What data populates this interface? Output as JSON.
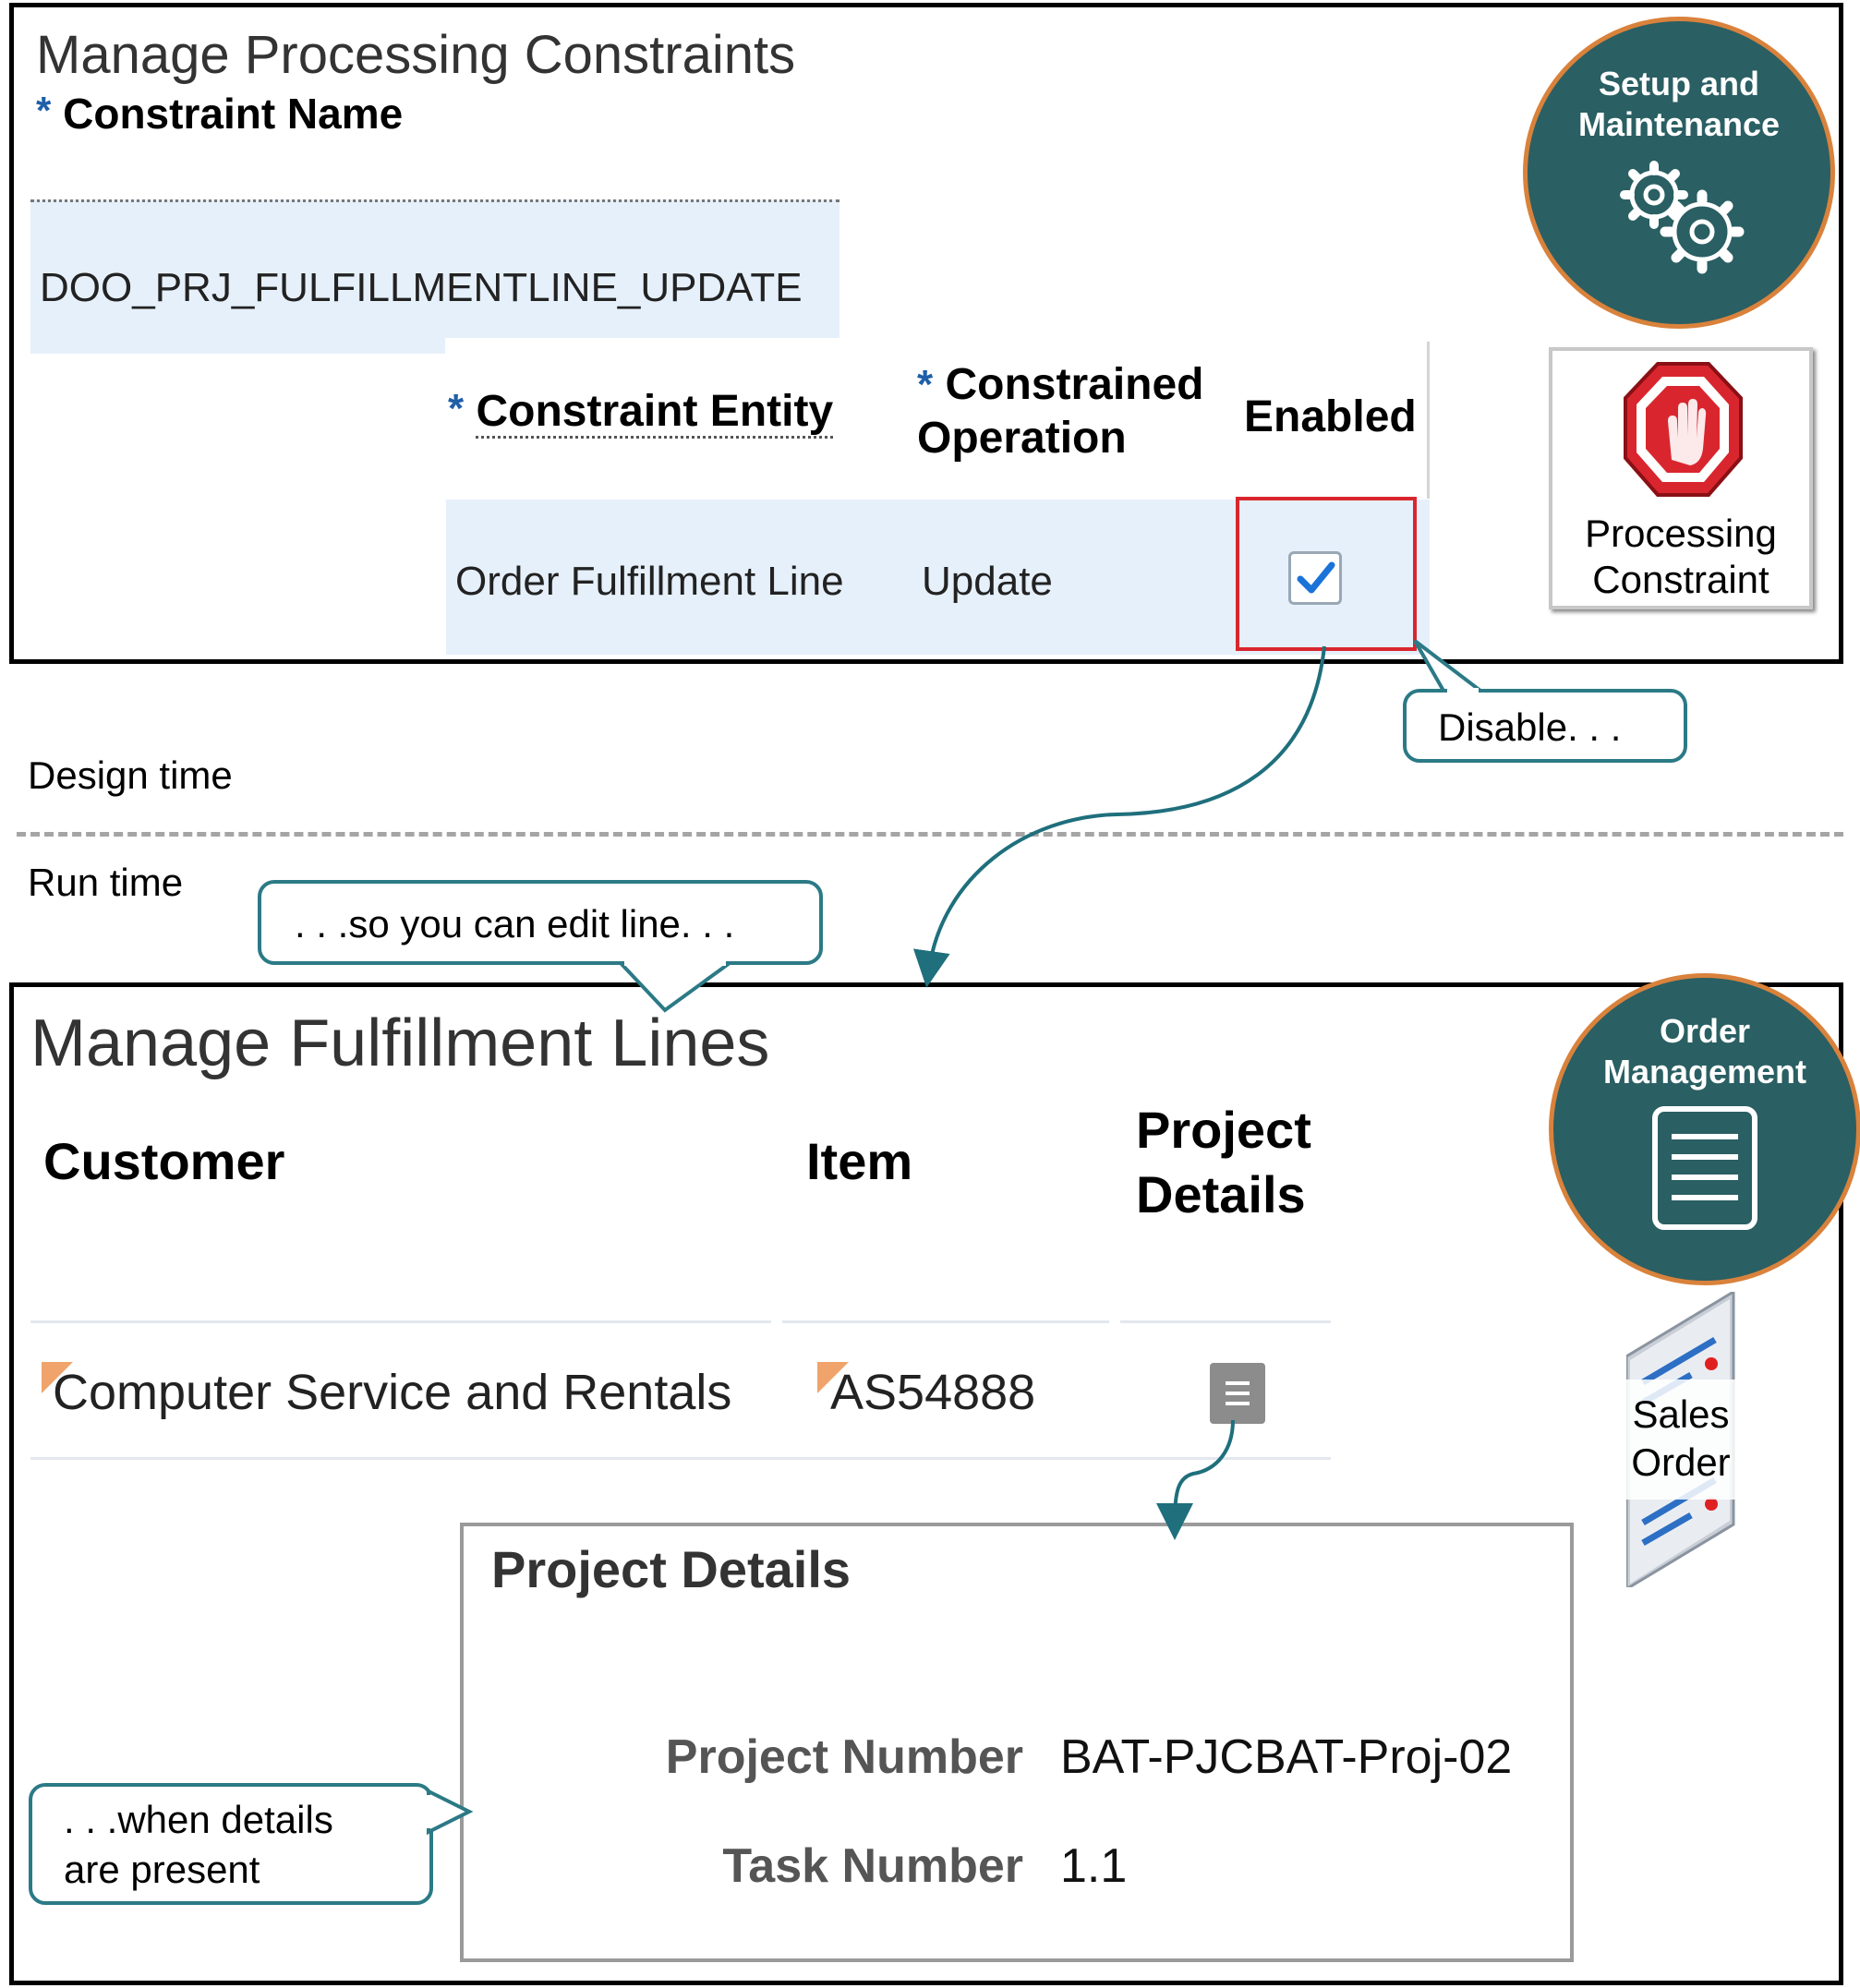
{
  "top_panel": {
    "title": "Manage Processing Constraints",
    "required_mark": "*",
    "constraint_name_label": "Constraint Name",
    "constraint_name_value": "DOO_PRJ_FULFILLMENTLINE_UPDATE",
    "columns": {
      "entity": "Constraint Entity",
      "operation_line1": "Constrained",
      "operation_line2": "Operation",
      "enabled": "Enabled"
    },
    "row": {
      "entity": "Order Fulfillment Line",
      "operation": "Update",
      "enabled": true
    },
    "badge": {
      "line1": "Setup and",
      "line2": "Maintenance",
      "icon": "gears-icon"
    },
    "tile": {
      "line1": "Processing",
      "line2": "Constraint",
      "icon": "stop-hand-icon"
    }
  },
  "callouts": {
    "disable": "Disable. . .",
    "edit": ". . .so you can edit line. . .",
    "details_line1": ". . .when details",
    "details_line2": "are present"
  },
  "phase_labels": {
    "design": "Design time",
    "run": "Run time"
  },
  "bottom_panel": {
    "title": "Manage Fulfillment Lines",
    "columns": {
      "customer": "Customer",
      "item": "Item",
      "project_line1": "Project",
      "project_line2": "Details"
    },
    "row": {
      "customer": "Computer Service and Rentals",
      "item": "AS54888",
      "details_icon": "document-icon"
    },
    "badge": {
      "line1": "Order",
      "line2": "Management",
      "icon": "document-icon"
    },
    "tile": {
      "line1": "Sales",
      "line2": "Order",
      "icon": "sales-order-icon"
    },
    "details_popup": {
      "title": "Project Details",
      "project_number_label": "Project Number",
      "project_number_value": "BAT-PJCBAT-Proj-02",
      "task_number_label": "Task Number",
      "task_number_value": "1.1"
    }
  },
  "colors": {
    "teal": "#2a5f63",
    "arrow": "#1f6f7c",
    "highlight": "#e6f0fb",
    "red_box": "#d9262e",
    "orange_ring": "#d9823c"
  }
}
